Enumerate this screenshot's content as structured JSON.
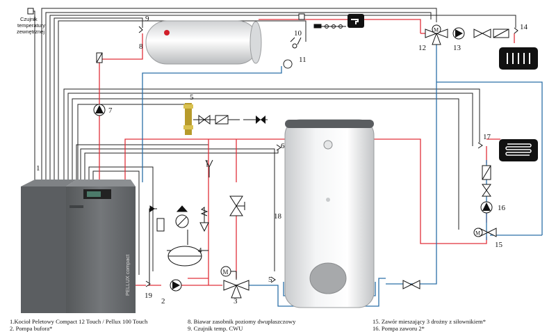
{
  "sensor_label": [
    "Czujnik",
    "temperatury",
    "zewnętrznej"
  ],
  "numbers": {
    "n1": "1",
    "n2": "2",
    "n3": "3",
    "n4": "4",
    "n5": "5",
    "n5b": "5",
    "n6": "6",
    "n7": "7",
    "n8": "8",
    "n9": "9",
    "n10": "10",
    "n11": "11",
    "n12": "12",
    "n13": "13",
    "n14": "14",
    "n15": "15",
    "n16": "16",
    "n17": "17",
    "n18": "18",
    "n19": "19"
  },
  "legend": {
    "col1": [
      "1.Kocioł Peletowy Compact 12 Touch / Pellux 100 Touch",
      "2. Pompa bufora*"
    ],
    "col2": [
      "8. Biawar zasobnik poziomy dwupłaszczowy",
      "9. Czujnik temp. CWU"
    ],
    "col3": [
      "15. Zawór mieszający 3 drożny z siłownikiem*",
      "16. Pompa zaworu 2*"
    ]
  },
  "boiler_text": "PELLUX compact",
  "motor_label": "M",
  "colors": {
    "hot": "#e0303a",
    "cold": "#2b6fa8",
    "control": "#222222",
    "boiler_body": "#6b6e70"
  }
}
